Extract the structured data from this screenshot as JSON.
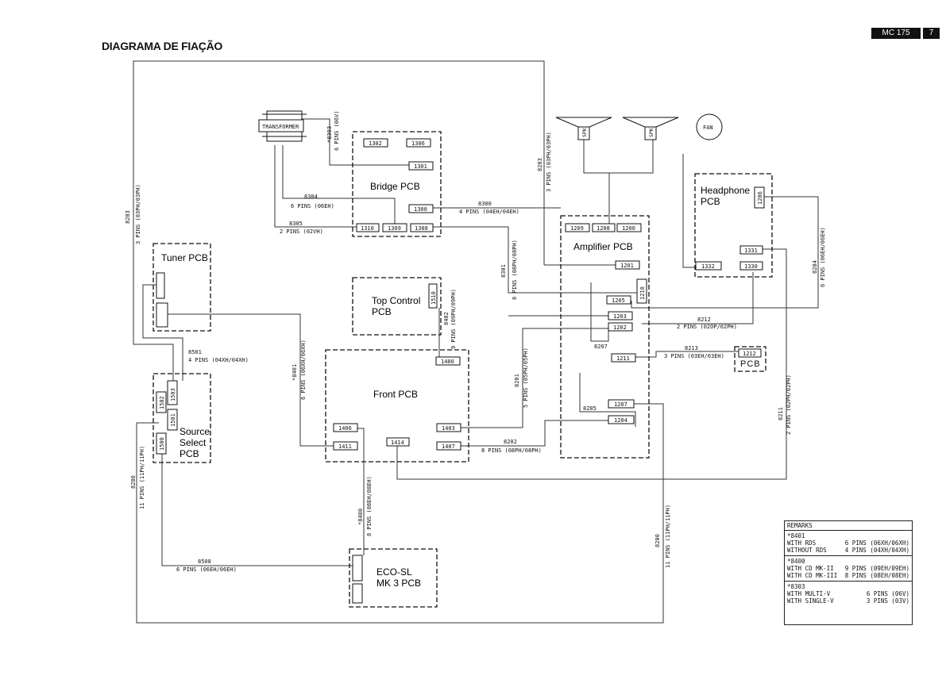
{
  "title": "DIAGRAMA DE FIAÇÃO",
  "header": {
    "model": "MC 175",
    "page": "7"
  },
  "pcbs": {
    "bridge": "Bridge PCB",
    "tuner": "Tuner PCB",
    "top_control": [
      "Top Control",
      "PCB"
    ],
    "front": "Front PCB",
    "source_select": [
      "Source",
      "Select",
      "PCB"
    ],
    "eco": [
      "ECO-SL",
      "MK 3 PCB"
    ],
    "amplifier": "Amplifier PCB",
    "headphone": [
      "Headphone",
      "PCB"
    ],
    "small_pcb": "PCB"
  },
  "components": {
    "transformer": "TRANSFORMER",
    "fan": "FAN",
    "speaker": "SPK"
  },
  "connectors": {
    "c1302": "1302",
    "c1306": "1306",
    "c1301": "1301",
    "c1300": "1300",
    "c1310": "1310",
    "c1309": "1309",
    "c1308": "1308",
    "c1510": "1510",
    "c1400": "1400",
    "c1406": "1406",
    "c1411": "1411",
    "c1414": "1414",
    "c1403": "1403",
    "c1407": "1407",
    "c1503": "1503",
    "c1502": "1502",
    "c1501": "1501",
    "c1500": "1500",
    "c1209": "1209",
    "c1208": "1208",
    "c1200": "1200",
    "c1201": "1201",
    "c1210": "1210",
    "c1205": "1205",
    "c1203": "1203",
    "c1202": "1202",
    "c1211": "1211",
    "c1207": "1207",
    "c1204": "1204",
    "c1206": "1206",
    "c1331": "1331",
    "c1332": "1332",
    "c1330": "1330",
    "c1212": "1212"
  },
  "cables": {
    "c8303_id": "*8303",
    "c8303_pins": "6 PINS (06V)",
    "c8304_id": "8304",
    "c8304_pins": "6 PINS (06EH)",
    "c8305_id": "8305",
    "c8305_pins": "2 PINS (02VH)",
    "c8300_id": "8300",
    "c8300_pins": "4 PINS (04EH/04EH)",
    "c8203_id": "8203",
    "c8203_pins": "3 PINS (03PH/03PH)",
    "c8301_id": "8301",
    "c8301_pins": "8 PINS (08PH/08PH)",
    "c8402_id": "8402",
    "c8402_pins": "9 PINS (09PH/09PH)",
    "c8501_id": "8501",
    "c8501_pins": "4 PINS (04XH/04XH)",
    "c8401_id": "*8401",
    "c8401_pins": "6 PINS (06XH/06XH)",
    "c8201_id": "8201",
    "c8201_pins": "5 PINS (05PH/05PH)",
    "c8202_id": "8202",
    "c8202_pins": "8 PINS (08PH/08PH)",
    "c8207_id": "8207",
    "c8212_id": "8212",
    "c8212_pins": "2 PINS (02OP/02PH)",
    "c8213_id": "8213",
    "c8213_pins": "3 PINS (03EH/03EH)",
    "c8205_id": "8205",
    "c8204_id": "8204",
    "c8204_pins": "6 PINS (06EH/06EH)",
    "c8211_id": "8211",
    "c8211_pins": "2 PINS (02PH/02PH)",
    "c8200_id": "8200",
    "c8200_pins": "11 PINS (11PH/11PH)",
    "c8400_id": "*8400",
    "c8400_pins": "8 PINS (08EH/08EH)",
    "c8508_id": "8508",
    "c8508_pins": "6 PINS (06EH/06EH)"
  },
  "remarks": {
    "heading": "REMARKS",
    "sections": [
      {
        "id": "*8401",
        "rows": [
          {
            "label": "WITH RDS",
            "value": "6 PINS (06XH/06XH)"
          },
          {
            "label": "WITHOUT RDS",
            "value": "4 PINS (04XH/04XH)"
          }
        ]
      },
      {
        "id": "*8400",
        "rows": [
          {
            "label": "WITH CD MK-II",
            "value": "9 PINS (09EH/09EH)"
          },
          {
            "label": "WITH CD MK-III",
            "value": "8 PINS (08EH/08EH)"
          }
        ]
      },
      {
        "id": "*8303",
        "rows": [
          {
            "label": "WITH MULTI-V",
            "value": "6 PINS (06V)"
          },
          {
            "label": "WITH SINGLE-V",
            "value": "3 PINS (03V)"
          }
        ]
      }
    ]
  }
}
